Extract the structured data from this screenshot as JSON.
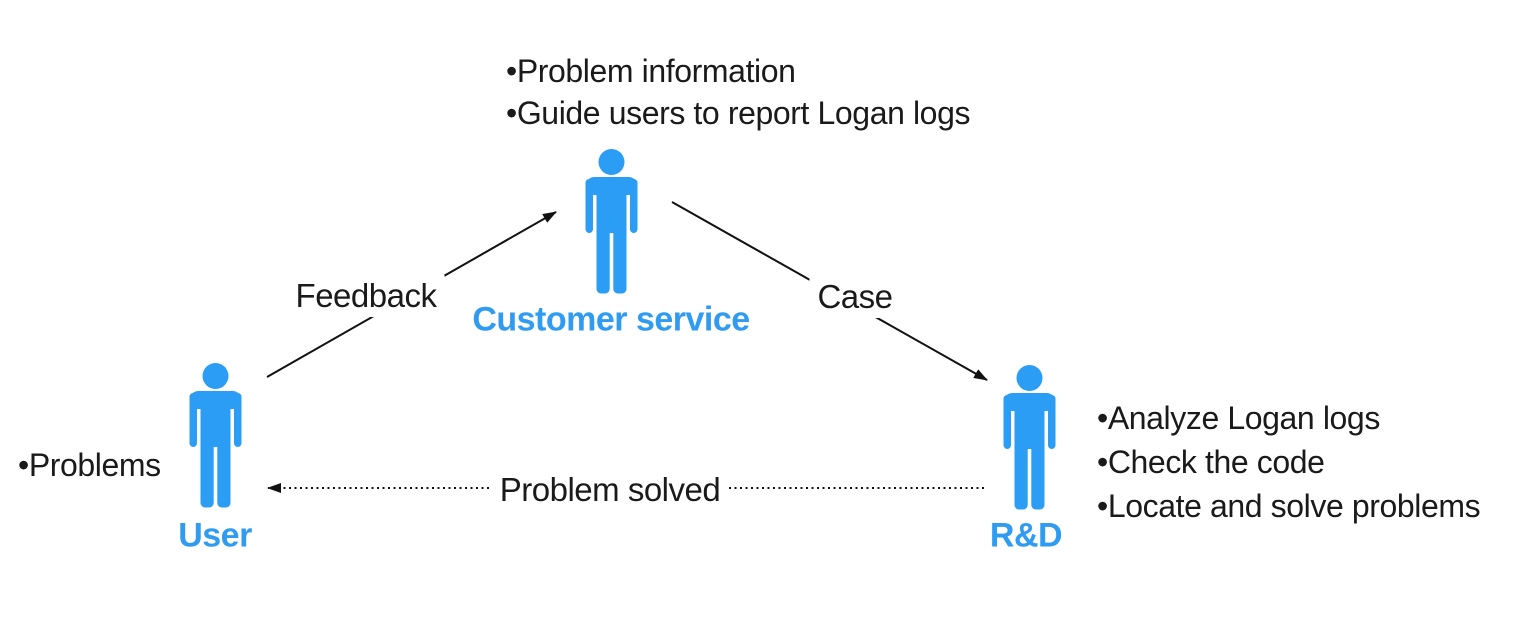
{
  "ui": {
    "bullet": "•"
  },
  "colors": {
    "figure_blue": "#2B9DF4",
    "label_blue": "#2F9CF1",
    "text": "#1A1A1A",
    "arrow": "#111111"
  },
  "actors": {
    "customer_service": {
      "label": "Customer service",
      "notes": [
        "Problem information",
        "Guide users to report Logan logs"
      ]
    },
    "user": {
      "label": "User",
      "notes": [
        "Problems"
      ]
    },
    "rd": {
      "label": "R&D",
      "notes": [
        "Analyze Logan logs",
        "Check the code",
        "Locate and solve problems"
      ]
    }
  },
  "arrows": {
    "feedback": {
      "label": "Feedback",
      "from": "User",
      "to": "Customer service",
      "style": "solid"
    },
    "case": {
      "label": "Case",
      "from": "Customer service",
      "to": "R&D",
      "style": "solid"
    },
    "problem_solved": {
      "label": "Problem solved",
      "from": "R&D",
      "to": "User",
      "style": "dotted"
    }
  }
}
